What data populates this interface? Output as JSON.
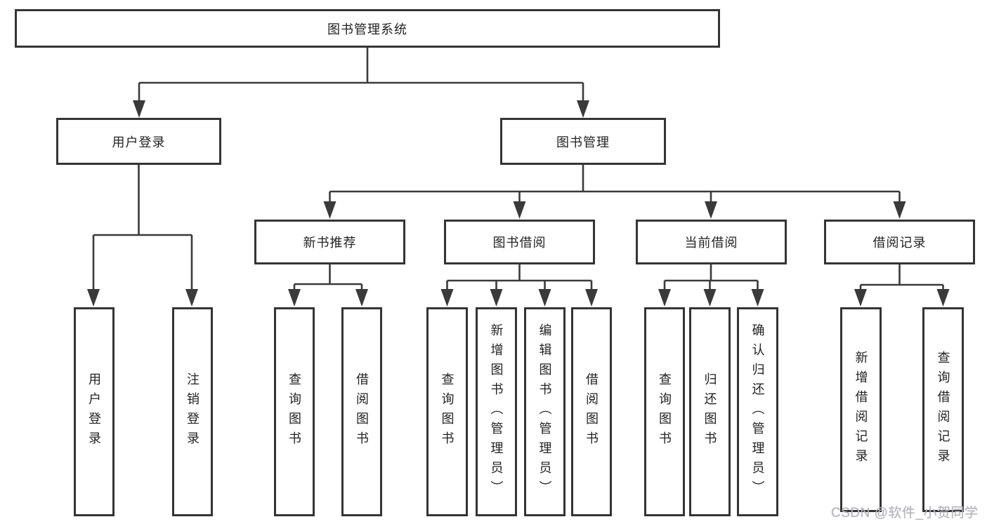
{
  "tree": {
    "root": "图书管理系统",
    "children": [
      {
        "label": "用户登录",
        "children": [
          "用户登录",
          "注销登录"
        ]
      },
      {
        "label": "图书管理",
        "children": [
          {
            "label": "新书推荐",
            "children": [
              "查询图书",
              "借阅图书"
            ]
          },
          {
            "label": "图书借阅",
            "children": [
              "查询图书",
              "新增图书（管理员）",
              "编辑图书（管理员）",
              "借阅图书"
            ]
          },
          {
            "label": "当前借阅",
            "children": [
              "查询图书",
              "归还图书",
              "确认归还（管理员）"
            ]
          },
          {
            "label": "借阅记录",
            "children": [
              "新增借阅记录",
              "查询借阅记录"
            ]
          }
        ]
      }
    ]
  },
  "watermark": {
    "text": "CSDN @软件_小贺同学"
  },
  "colors": {
    "line": "#3a3a3a",
    "border": "#343434",
    "text": "#232323",
    "watermark": "#b6b6bc",
    "background": "#ffffff"
  }
}
